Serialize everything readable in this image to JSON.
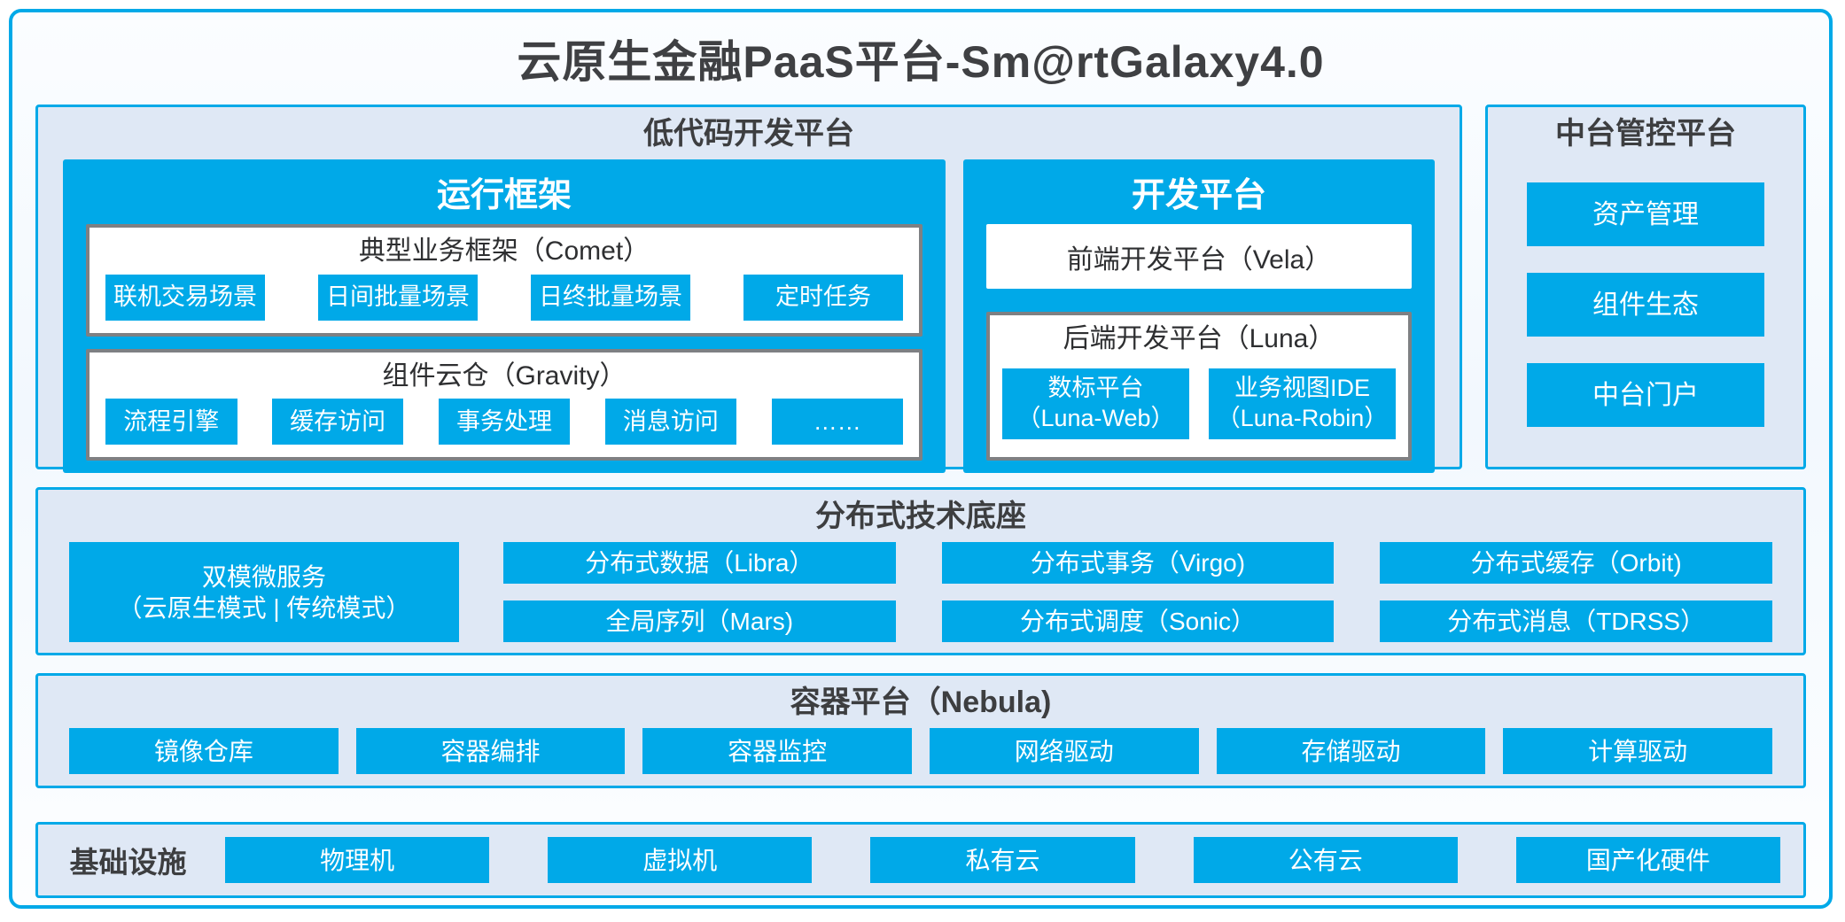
{
  "title": "云原生金融PaaS平台-Sm@rtGalaxy4.0",
  "colors": {
    "accent": "#00a9e8",
    "panel_bg": "#dfe8f5",
    "white_box_border": "#7e8083",
    "dark_text": "#3d3e40"
  },
  "lowcode": {
    "header": "低代码开发平台",
    "runtime": {
      "title": "运行框架",
      "comet": {
        "title": "典型业务框架（Comet）",
        "items": [
          "联机交易场景",
          "日间批量场景",
          "日终批量场景",
          "定时任务"
        ]
      },
      "gravity": {
        "title": "组件云仓（Gravity）",
        "items": [
          "流程引擎",
          "缓存访问",
          "事务处理",
          "消息访问",
          "……"
        ]
      }
    },
    "devplat": {
      "title": "开发平台",
      "vela": "前端开发平台（Vela）",
      "luna": {
        "title": "后端开发平台（Luna）",
        "items": [
          {
            "line1": "数标平台",
            "line2": "（Luna-Web）"
          },
          {
            "line1": "业务视图IDE",
            "line2": "（Luna-Robin）"
          }
        ]
      }
    }
  },
  "mgmt": {
    "header": "中台管控平台",
    "items": [
      "资产管理",
      "组件生态",
      "中台门户"
    ]
  },
  "distributed": {
    "header": "分布式技术底座",
    "feature": {
      "line1": "双模微服务",
      "line2": "（云原生模式 | 传统模式）"
    },
    "grid": [
      "分布式数据（Libra）",
      "分布式事务（Virgo)",
      "分布式缓存（Orbit)",
      "全局序列（Mars)",
      "分布式调度（Sonic）",
      "分布式消息（TDRSS）"
    ]
  },
  "container_platform": {
    "header": "容器平台（Nebula)",
    "items": [
      "镜像仓库",
      "容器编排",
      "容器监控",
      "网络驱动",
      "存储驱动",
      "计算驱动"
    ]
  },
  "infra": {
    "header": "基础设施",
    "items": [
      "物理机",
      "虚拟机",
      "私有云",
      "公有云",
      "国产化硬件"
    ]
  }
}
